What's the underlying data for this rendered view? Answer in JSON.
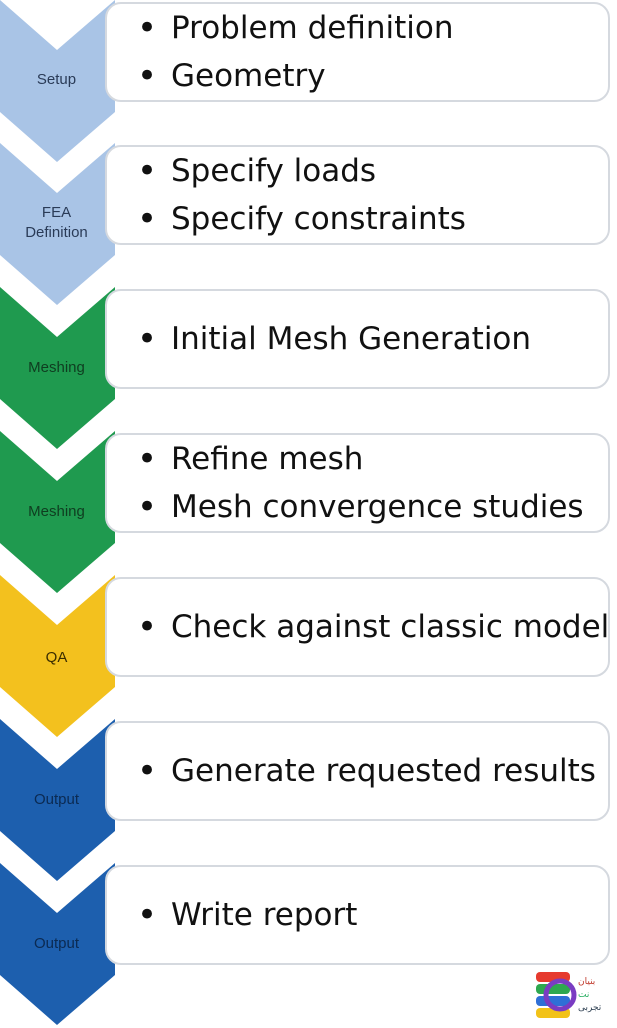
{
  "steps": [
    {
      "label": "Setup",
      "color": "#a9c4e6",
      "label_color": "#2a3b57",
      "bullets": [
        "Problem definition",
        "Geometry"
      ]
    },
    {
      "label": "FEA Definition",
      "label_lines": [
        "FEA",
        "Definition"
      ],
      "color": "#a9c4e6",
      "label_color": "#2a3b57",
      "bullets": [
        "Specify loads",
        "Specify constraints"
      ]
    },
    {
      "label": "Meshing",
      "color": "#1f9a4f",
      "label_color": "#0f3d20",
      "bullets": [
        "Initial Mesh Generation"
      ]
    },
    {
      "label": "Meshing",
      "color": "#1f9a4f",
      "label_color": "#0f3d20",
      "bullets": [
        "Refine mesh",
        "Mesh convergence studies"
      ]
    },
    {
      "label": "QA",
      "color": "#f3c11e",
      "label_color": "#3a2d00",
      "bullets": [
        "Check against classic model"
      ]
    },
    {
      "label": "Output",
      "color": "#1d5fae",
      "label_color": "#0b2a52",
      "bullets": [
        "Generate requested results"
      ]
    },
    {
      "label": "Output",
      "color": "#1d5fae",
      "label_color": "#0b2a52",
      "bullets": [
        "Write report"
      ]
    }
  ],
  "logo": {
    "icon": "watermark-logo-icon",
    "text": "بنیان نت تجربی"
  }
}
